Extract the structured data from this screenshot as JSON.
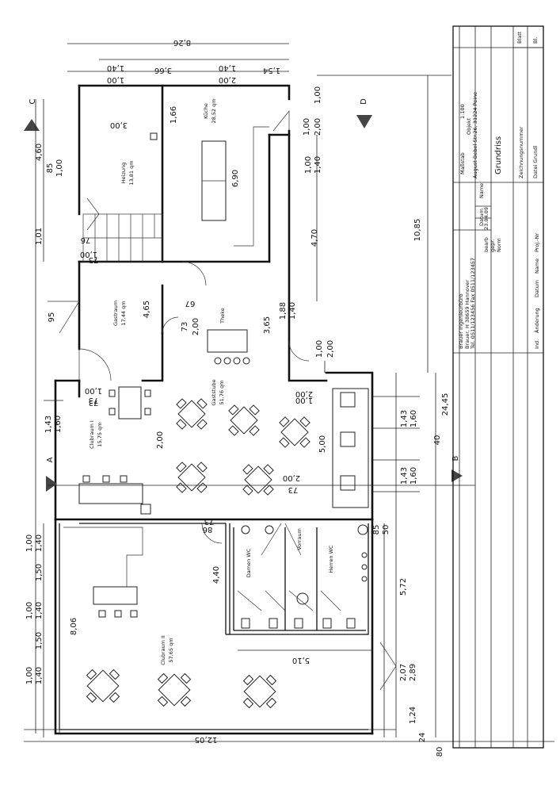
{
  "title_block": {
    "firm": "Brauer Ingenieurbüro",
    "firm_address": "Brauer, H 38659 Hannover",
    "firm_contact": "Tel. 0511/123456 Fax 0511/123457",
    "scale_label": "Maßstab",
    "scale_value": "1:100",
    "object_label": "Objekt",
    "object_address": "August-Bebel-Str.26, 31224 Peine",
    "drawing_title": "Grundriss",
    "drawing_number_label": "Zeichnungsnummer",
    "file_label": "Datei Grundl",
    "sheet_label": "Blatt",
    "sheet_value": "Bl.",
    "date_header": "Datum",
    "name_header": "Name",
    "row_drawn": "bearb",
    "row_drawn_date": "23.04.09",
    "row_checked": "gepr.",
    "row_norm": "Norm",
    "index_label": "Ind.",
    "change_label": "Änderung",
    "date_col_label": "Datum",
    "name_col_label": "Name",
    "project_label": "Proj.-Nr"
  },
  "rooms": {
    "kueche": {
      "name": "Küche",
      "area": "28,52 qm"
    },
    "heizung": {
      "name": "Heizung",
      "area": "13,81 qm"
    },
    "gastraum": {
      "name": "Gastraum",
      "area": "17,44 qm"
    },
    "theke": {
      "name": "Theke"
    },
    "gaststube": {
      "name": "Gaststube",
      "area": "51,76 qm"
    },
    "clubraum1": {
      "name": "Clubraum I",
      "area": "15,75 qm"
    },
    "clubraum2": {
      "name": "Clubraum II",
      "area": "57,65 qm"
    },
    "damen_wc": {
      "name": "Damen WC"
    },
    "herren_wc": {
      "name": "Herren WC"
    },
    "vorraum": {
      "name": "Vorraum"
    }
  },
  "section_marks": {
    "a": "A",
    "b": "B",
    "c": "C",
    "d": "D"
  },
  "dimensions": {
    "d826": "8,26",
    "d140a": "1,40",
    "d100a": "1,00",
    "d366": "3,66",
    "d140b": "1,40",
    "d200a": "2,00",
    "d154": "1,54",
    "d100b": "1,00",
    "d200b": "2,00",
    "d100c": "1,00",
    "d100d": "1,00",
    "d140c": "1,40",
    "d300": "3,00",
    "d166": "1,66",
    "d690": "6,90",
    "d1085": "10,85",
    "d470": "4,70",
    "d460": "4,60",
    "d85a": "85",
    "d100e": "1,00",
    "d101": "1,01",
    "d95": "95",
    "d465": "4,65",
    "d73a": "73",
    "d200c": "2,00",
    "d365": "3,65",
    "d188": "1,88",
    "d140d": "1,40",
    "d100f": "1,00",
    "d200d": "2,00",
    "d100g": "1,00",
    "d200e": "2,00",
    "d2445": "24,45",
    "d40": "40",
    "d143a": "1,43",
    "d160a": "1,60",
    "d143b": "1,43",
    "d160b": "1,60",
    "d143c": "1,43",
    "d160c": "1,60",
    "d200f": "2,00",
    "d500": "5,00",
    "d73b": "73",
    "d200g": "2,00",
    "d73c": "73",
    "d100h": "1,00",
    "d85b": "85",
    "d50": "50",
    "d572": "5,72",
    "d440": "4,40",
    "d510": "5,10",
    "d207": "2,07",
    "d289": "2,89",
    "d124": "1,24",
    "d24": "24",
    "d80": "80",
    "d806": "8,06",
    "d1205": "12,05",
    "d140e": "1,40",
    "d100i": "1,00",
    "d150a": "1,50",
    "d100j": "1,00",
    "d140f": "1,40",
    "d150b": "1,50",
    "d100k": "1,00",
    "d140g": "1,40",
    "d86": "86",
    "d73d": "73",
    "d100l": "1,00",
    "d67": "67",
    "d76": "76",
    "d73e": "73",
    "d73f": "73"
  }
}
